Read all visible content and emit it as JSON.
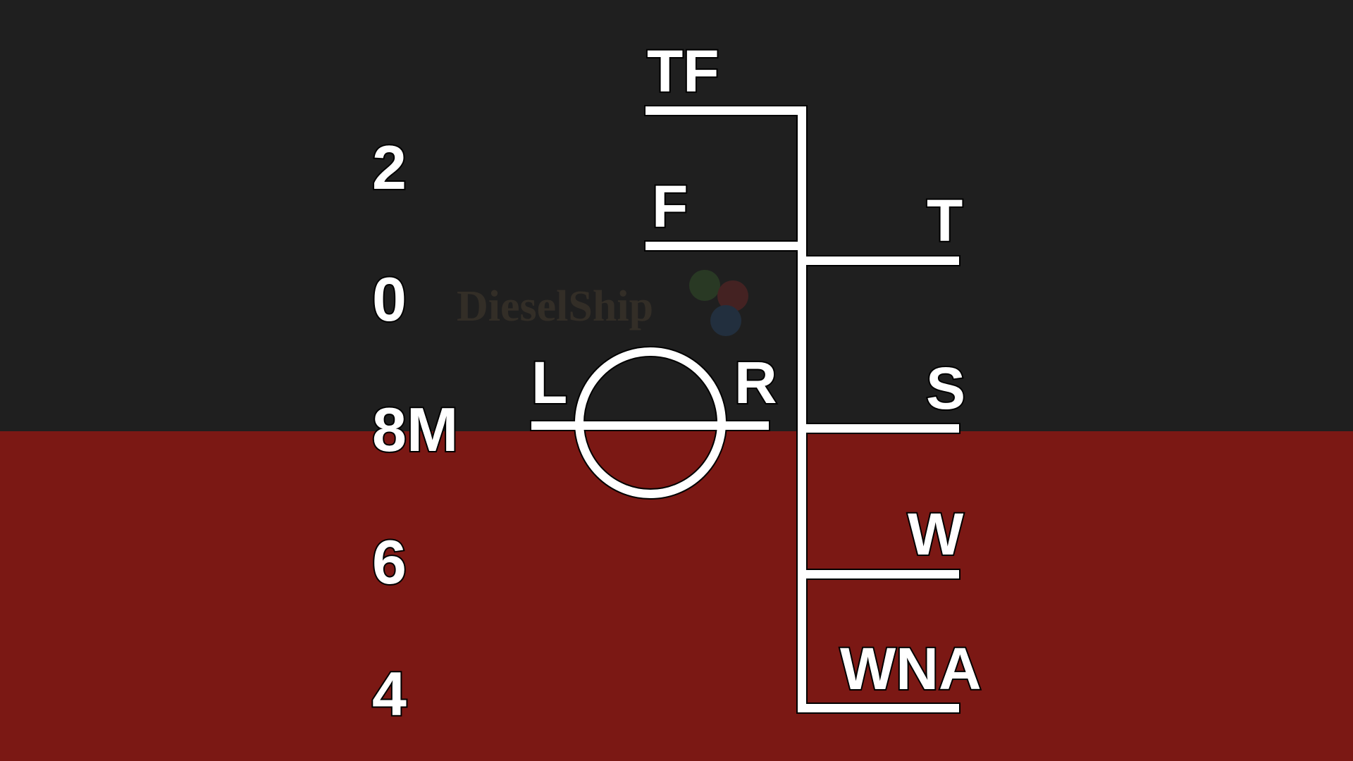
{
  "colors": {
    "top_background": "#1f1f1f",
    "bottom_background": "#7b1814",
    "line": "#ffffff",
    "text": "#ffffff"
  },
  "left_numbers": [
    "2",
    "0",
    "8M",
    "6",
    "4"
  ],
  "vertical_bus_labels": {
    "left": [
      "TF",
      "F"
    ],
    "right": [
      "T",
      "S",
      "W",
      "WNA"
    ]
  },
  "circle_labels": {
    "left": "L",
    "right": "R"
  },
  "watermark": "DieselShip"
}
